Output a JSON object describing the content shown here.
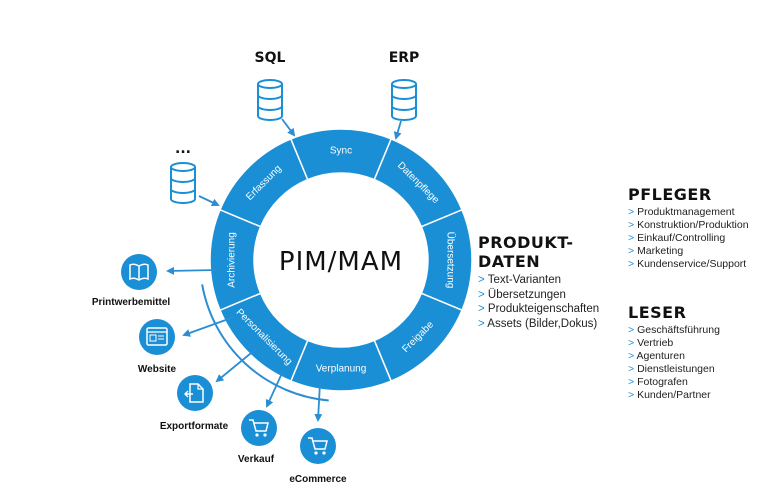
{
  "center": {
    "title": "PIM/MAM"
  },
  "ring_segments": [
    {
      "label": "Erfassung"
    },
    {
      "label": "Sync"
    },
    {
      "label": "Datenpflege"
    },
    {
      "label": "Übersetzung"
    },
    {
      "label": "Freigabe"
    },
    {
      "label": "Verplanung"
    },
    {
      "label": "Personalisierung"
    },
    {
      "label": "Archivierung"
    }
  ],
  "sources": [
    {
      "label": "SQL",
      "icon": "database-icon"
    },
    {
      "label": "ERP",
      "icon": "database-icon"
    },
    {
      "label": "...",
      "icon": "database-icon"
    }
  ],
  "outputs": [
    {
      "label": "Printwerbemittel",
      "icon": "book-icon"
    },
    {
      "label": "Website",
      "icon": "browser-icon"
    },
    {
      "label": "Exportformate",
      "icon": "export-file-icon"
    },
    {
      "label": "Verkauf",
      "icon": "cart-icon"
    },
    {
      "label": "eCommerce",
      "icon": "cart-icon"
    }
  ],
  "produktdaten": {
    "title_line1": "PRODUKT-",
    "title_line2": "DATEN",
    "items": [
      "Text-Varianten",
      "Übersetzungen",
      "Produkteigenschaften",
      "Assets (Bilder,Dokus)"
    ]
  },
  "pfleger": {
    "title": "PFLEGER",
    "items": [
      "Produktmanagement",
      "Konstruktion/Produktion",
      "Einkauf/Controlling",
      "Marketing",
      "Kundenservice/Support"
    ]
  },
  "leser": {
    "title": "LESER",
    "items": [
      "Geschäftsführung",
      "Vertrieb",
      "Agenturen",
      "Dienstleistungen",
      "Fotografen",
      "Kunden/Partner"
    ]
  },
  "colors": {
    "accent": "#1a8fd6",
    "arrow": "#2b8ed3",
    "text": "#111111"
  }
}
